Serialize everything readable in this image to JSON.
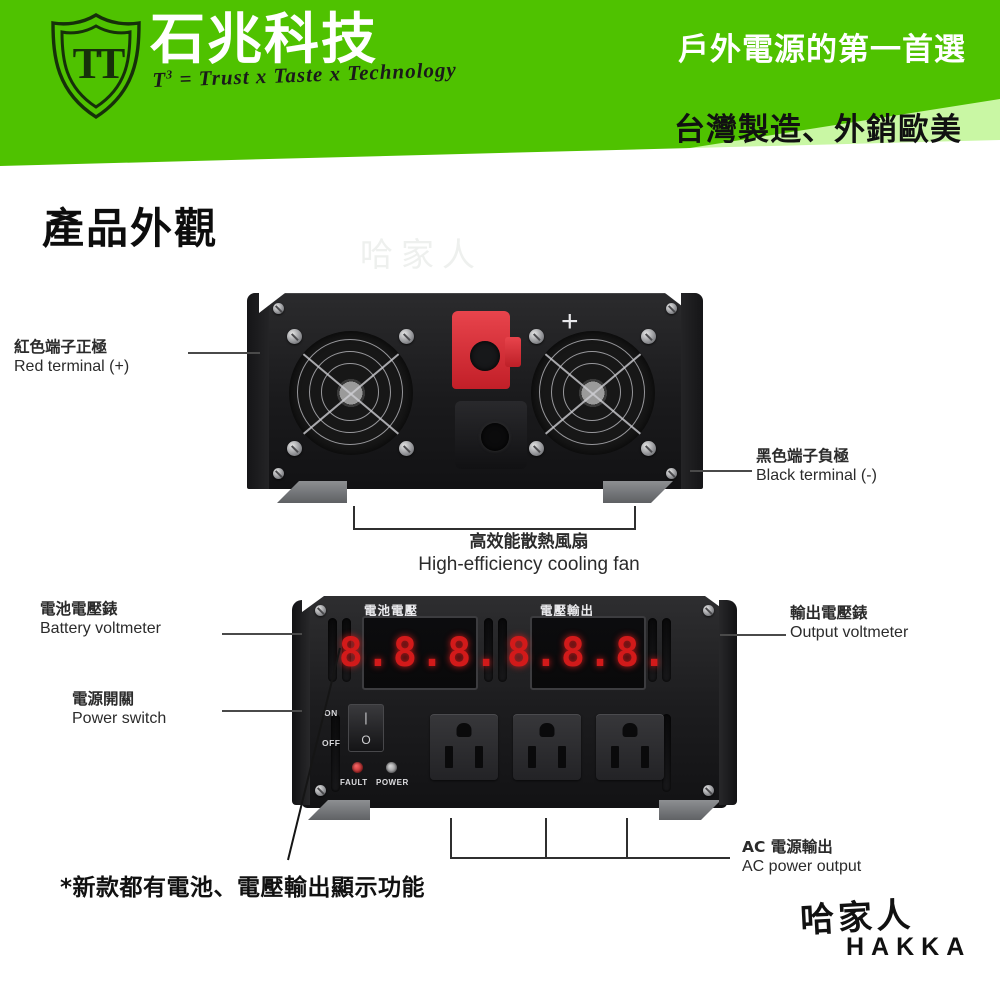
{
  "header": {
    "brand_cn": "石兆科技",
    "brand_tagline_prefix": "T",
    "brand_tagline_sup": "3",
    "brand_tagline_rest": "= Trust x Taste x Technology",
    "shield_monogram": "TT",
    "slogan_top": "戶外電源的第一首選",
    "slogan_bottom": "台灣製造、外銷歐美",
    "green_primary": "#4FC200",
    "green_light": "#C9F7A4"
  },
  "section": {
    "title": "產品外觀"
  },
  "watermark": {
    "photo_watermark": "哈家人",
    "logo_cn": "哈家人",
    "logo_en": "HAKKA"
  },
  "photo1": {
    "alt_name": "inverter-rear-view",
    "plus_mark": "+",
    "callouts": [
      {
        "cn": "紅色端子正極",
        "en": "Red terminal (+)"
      },
      {
        "cn": "黑色端子負極",
        "en": "Black terminal (-)"
      },
      {
        "cn": "高效能散熱風扇",
        "en": "High-efficiency cooling fan"
      }
    ]
  },
  "photo2": {
    "alt_name": "inverter-front-panel",
    "panel_labels": {
      "battery_voltage": "電池電壓",
      "voltage_output": "電壓輸出"
    },
    "display_battery": "8.8.8.",
    "display_output": "8.8.8.",
    "switch": {
      "on": "ON",
      "off": "OFF"
    },
    "leds": {
      "fault": "FAULT",
      "power": "POWER"
    },
    "callouts": [
      {
        "cn": "電池電壓錶",
        "en": "Battery voltmeter"
      },
      {
        "cn": "電源開關",
        "en": "Power switch"
      },
      {
        "cn": "輸出電壓錶",
        "en": "Output voltmeter"
      },
      {
        "cn": "AC 電源輸出",
        "en": "AC power output"
      }
    ]
  },
  "footnote": {
    "text": "*新款都有電池、電壓輸出顯示功能"
  }
}
